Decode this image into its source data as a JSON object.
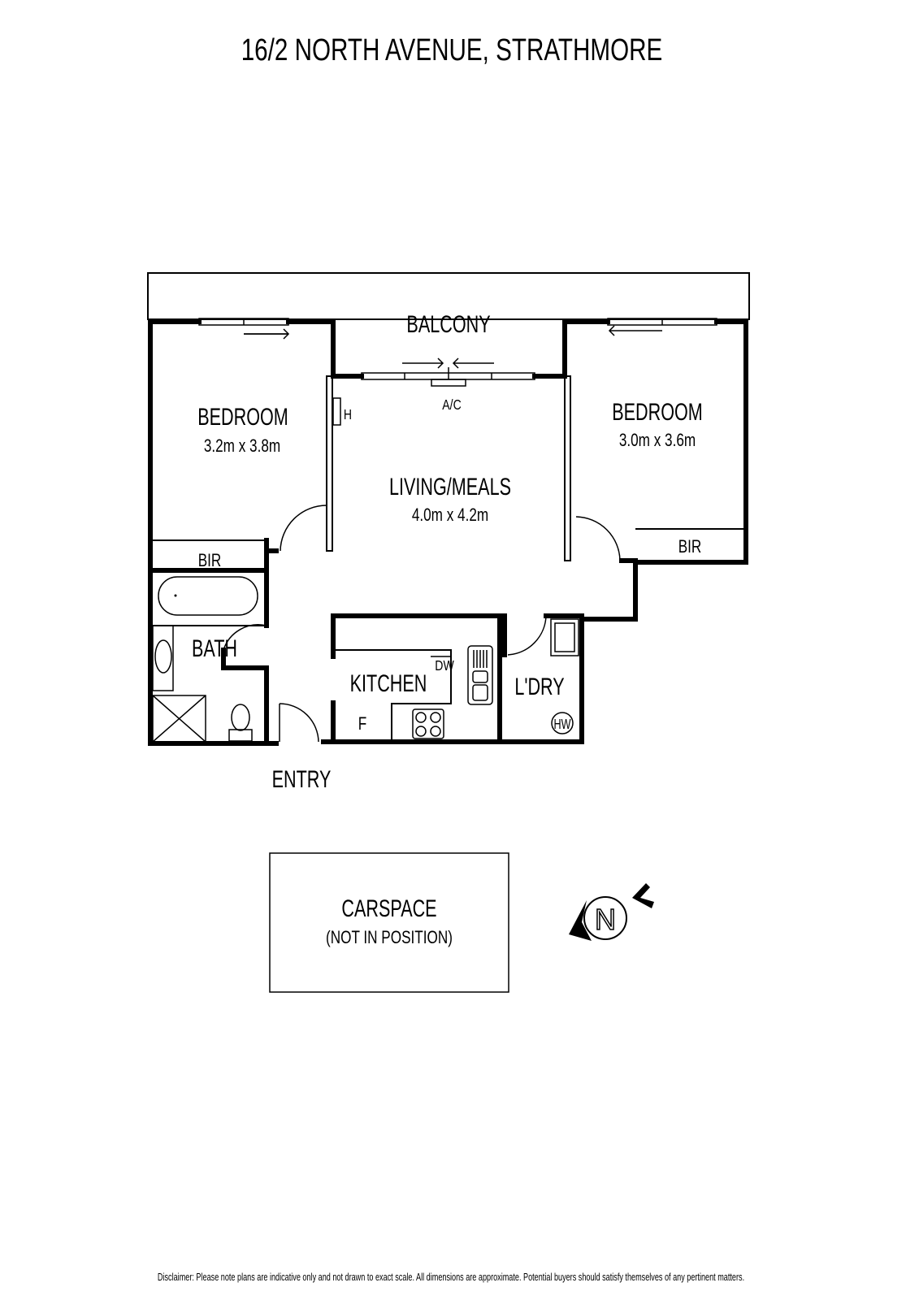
{
  "title": "16/2 NORTH AVENUE, STRATHMORE",
  "rooms": {
    "balcony": "BALCONY",
    "bedroom1": {
      "name": "BEDROOM",
      "size": "3.2m x 3.8m"
    },
    "bedroom2": {
      "name": "BEDROOM",
      "size": "3.0m x 3.6m"
    },
    "living": {
      "name": "LIVING/MEALS",
      "size": "4.0m x 4.2m"
    },
    "bir1": "BIR",
    "bir2": "BIR",
    "bath": "BATH",
    "kitchen": "KITCHEN",
    "laundry": "L'DRY",
    "entry": "ENTRY"
  },
  "fixtures": {
    "ac": "A/C",
    "heater": "H",
    "dishwasher": "DW",
    "fridge": "F",
    "hot_water": "HW"
  },
  "carspace": {
    "name": "CARSPACE",
    "note": "(NOT IN POSITION)"
  },
  "compass": "N",
  "disclaimer": "Disclaimer: Please note plans are indicative only and not drawn to exact scale. All dimensions are approximate. Potential buyers should satisfy themselves of any pertinent matters."
}
